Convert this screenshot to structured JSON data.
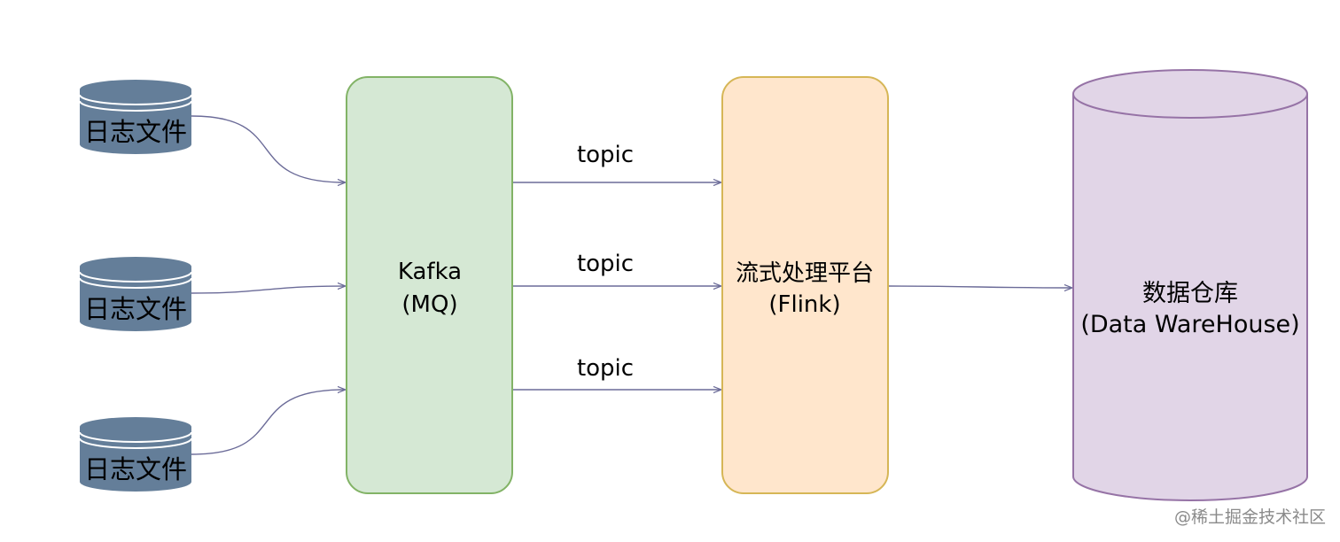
{
  "sources": [
    {
      "label": "日志文件"
    },
    {
      "label": "日志文件"
    },
    {
      "label": "日志文件"
    }
  ],
  "kafka": {
    "line1": "Kafka",
    "line2": "(MQ)"
  },
  "flink": {
    "line1": "流式处理平台",
    "line2": "(Flink)"
  },
  "warehouse": {
    "line1": "数据仓库",
    "line2": "(Data WareHouse)"
  },
  "edges": [
    {
      "label": "topic"
    },
    {
      "label": "topic"
    },
    {
      "label": "topic"
    }
  ],
  "watermark": "@稀土掘金技术社区",
  "colors": {
    "source_fill": "#647e99",
    "source_stroke": "#ffffff",
    "kafka_fill": "#d5e8d4",
    "kafka_stroke": "#82b366",
    "flink_fill": "#ffe6cc",
    "flink_stroke": "#d6b656",
    "warehouse_fill": "#e1d5e7",
    "warehouse_stroke": "#9673a6",
    "edge": "#6b6b98"
  }
}
